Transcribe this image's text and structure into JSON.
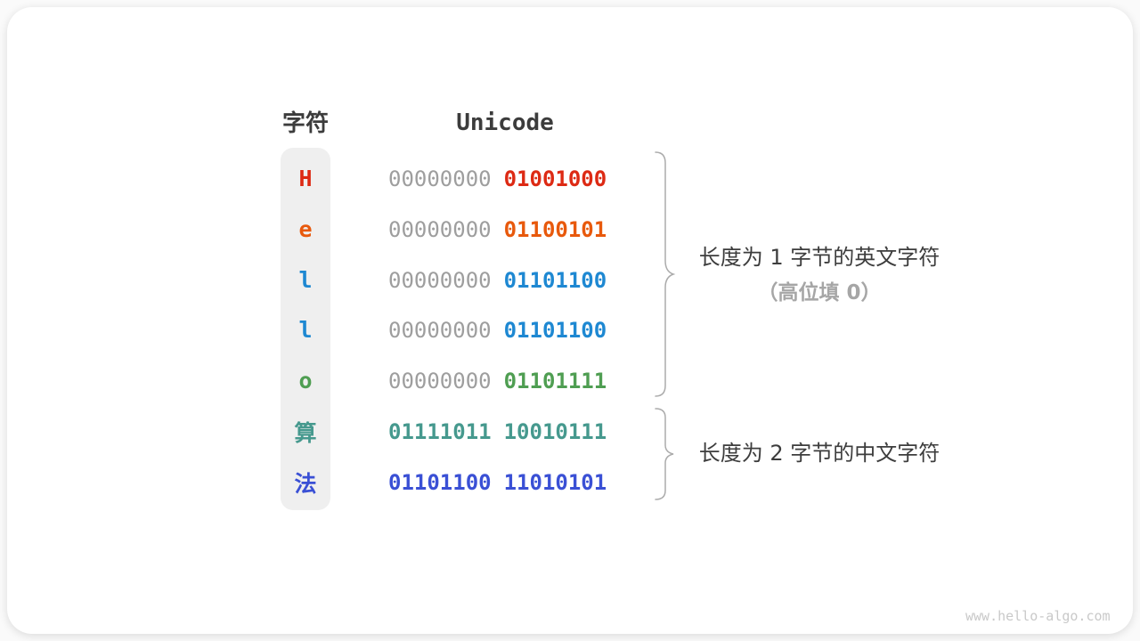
{
  "table": {
    "char_header": "字符",
    "unicode_header": "Unicode",
    "rows": [
      {
        "char": "H",
        "char_color": "#dd2a14",
        "byte1": "00000000",
        "byte1_color": "#9e9e9e",
        "byte2": "01001000",
        "byte2_color": "#dd2a14"
      },
      {
        "char": "e",
        "char_color": "#e8590c",
        "byte1": "00000000",
        "byte1_color": "#9e9e9e",
        "byte2": "01100101",
        "byte2_color": "#e8590c"
      },
      {
        "char": "l",
        "char_color": "#1e88d2",
        "byte1": "00000000",
        "byte1_color": "#9e9e9e",
        "byte2": "01101100",
        "byte2_color": "#1e88d2"
      },
      {
        "char": "l",
        "char_color": "#1e88d2",
        "byte1": "00000000",
        "byte1_color": "#9e9e9e",
        "byte2": "01101100",
        "byte2_color": "#1e88d2"
      },
      {
        "char": "o",
        "char_color": "#4f9e52",
        "byte1": "00000000",
        "byte1_color": "#9e9e9e",
        "byte2": "01101111",
        "byte2_color": "#4f9e52"
      },
      {
        "char": "算",
        "char_color": "#46998e",
        "byte1": "01111011",
        "byte1_color": "#46998e",
        "byte2": "10010111",
        "byte2_color": "#46998e"
      },
      {
        "char": "法",
        "char_color": "#3a50d5",
        "byte1": "01101100",
        "byte1_color": "#3a50d5",
        "byte2": "11010101",
        "byte2_color": "#3a50d5"
      }
    ]
  },
  "annotations": {
    "english_group": {
      "line1": "长度为 1 字节的英文字符",
      "line2": "（高位填 0）"
    },
    "chinese_group": {
      "line1": "长度为 2 字节的中文字符"
    }
  },
  "colors": {
    "text_dark": "#3c3c3c",
    "text_gray": "#9e9e9e",
    "annotation_gray": "#a6a6a6",
    "column_bg": "#efefef",
    "brace_stroke": "#ababab"
  },
  "watermark": "www.hello-algo.com"
}
